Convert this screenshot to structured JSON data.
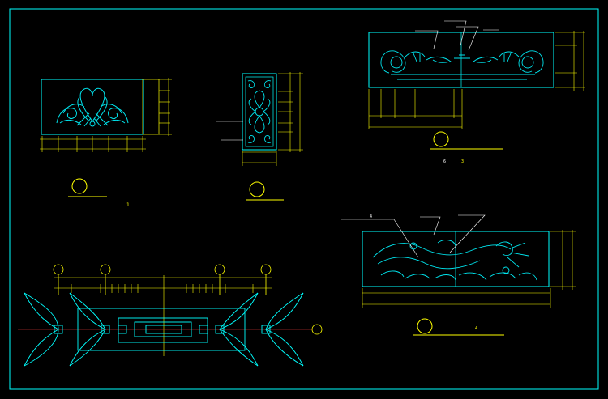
{
  "drawing": {
    "background": "#000000",
    "colors": {
      "frame": "#00ffff",
      "detail": "#00e5ee",
      "dimension": "#ffff00",
      "note": "#ffffff"
    },
    "views": [
      {
        "name": "heart-scroll-panel",
        "caption": "1"
      },
      {
        "name": "floral-grille-panel",
        "caption": ""
      },
      {
        "name": "fan-scroll-railing-panel",
        "caption": "3"
      },
      {
        "name": "phoenix-railing-panel",
        "caption": "4"
      },
      {
        "name": "plan-view",
        "caption": ""
      }
    ],
    "notes": {
      "fan_tag": "6",
      "phoenix_tag": "4"
    }
  }
}
